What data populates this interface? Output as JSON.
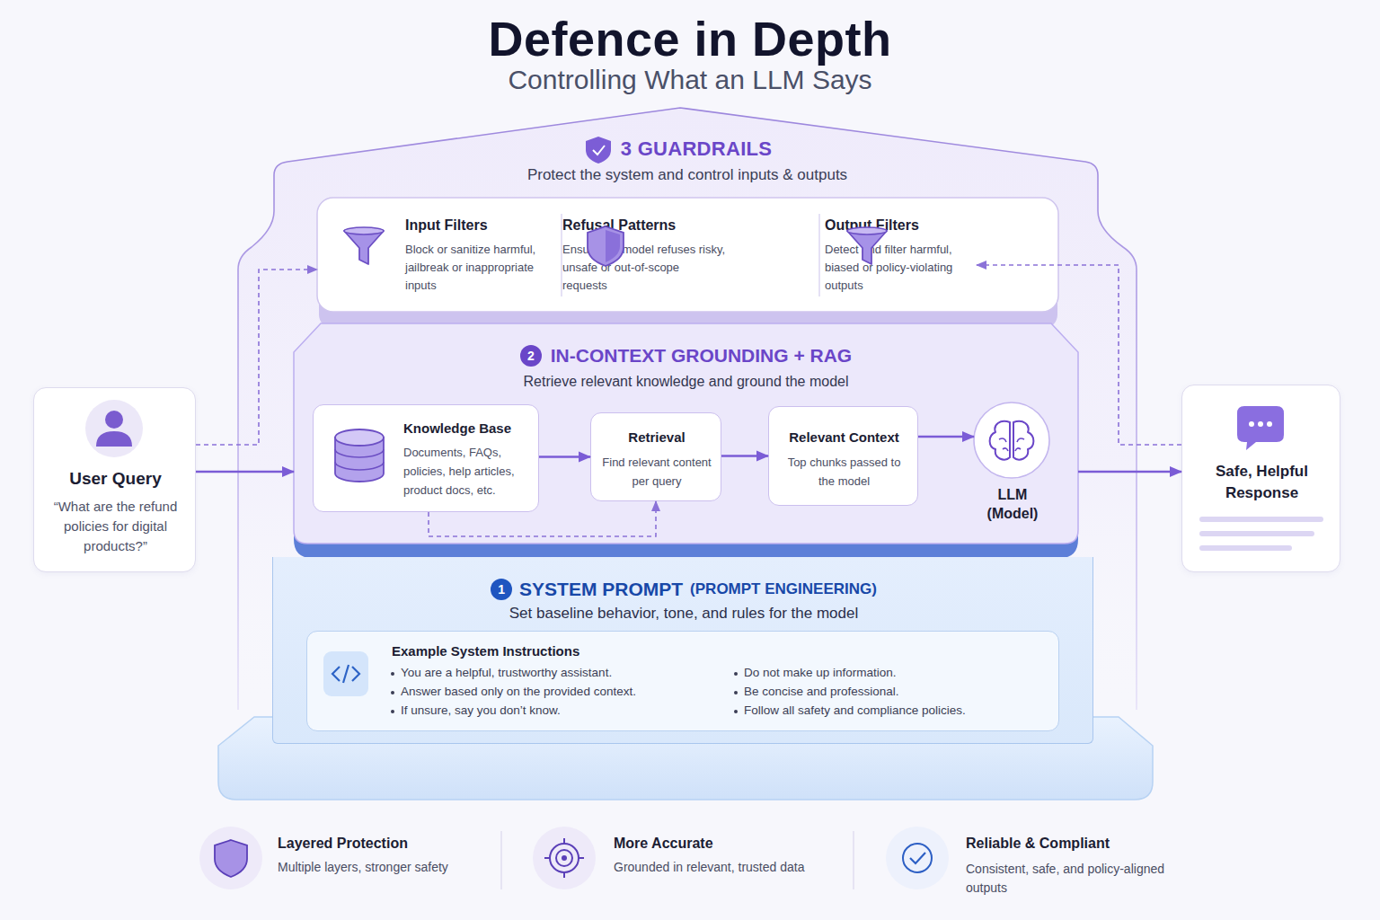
{
  "diagram": {
    "title": "Defence in Depth",
    "nodes": [
      {
        "text": [
          "User Query",
          "“What are the refund policies for digital products?”"
        ]
      },
      {
        "text": [
          "3 GUARDRAILS",
          "Protect the system and control inputs & outputs"
        ]
      },
      {
        "text": [
          "Input Filters",
          "Block or sanitize harmful, jailbreak or inappropriate inputs"
        ],
        "in": 1
      },
      {
        "text": [
          "Refusal Patterns",
          "Ensure the model refuses risky, unsafe or out-of-scope requests"
        ],
        "in": 1
      },
      {
        "text": [
          "Output Filters",
          "Detect and filter harmful, biased or policy-violating outputs"
        ],
        "in": 1
      },
      {
        "text": [
          "2",
          "IN-CONTEXT GROUNDING + RAG",
          "Retrieve relevant knowledge and ground the model"
        ]
      },
      {
        "text": [
          "Knowledge Base",
          "Documents, FAQs, policies, help articles, product docs, etc."
        ],
        "in": 5
      },
      {
        "text": [
          "Retrieval",
          "Find relevant content per query"
        ],
        "in": 5
      },
      {
        "text": [
          "Relevant Context",
          "Top chunks passed to the model"
        ],
        "in": 5
      },
      {
        "text": [
          "LLM (Model)"
        ],
        "in": 5
      },
      {
        "text": [
          "1",
          "SYSTEM PROMPT",
          "(PROMPT ENGINEERING)",
          "Set baseline behavior, tone, and rules for the model"
        ]
      },
      {
        "text": [
          "Example System Instructions",
          "You are a helpful, trustworthy assistant.",
          "Answer based only on the provided context.",
          "If unsure, say you don’t know.",
          "Do not make up information.",
          "Be concise and professional.",
          "Follow all safety and compliance policies."
        ],
        "in": 10
      },
      {
        "text": [
          "Safe, Helpful Response"
        ]
      }
    ],
    "edges": [
      {
        "from": 0,
        "to": 5,
        "arrow": "to"
      },
      {
        "from": 6,
        "to": 7,
        "arrow": "to"
      },
      {
        "from": 7,
        "to": 8,
        "arrow": "to"
      },
      {
        "from": 8,
        "to": 9,
        "arrow": "to"
      },
      {
        "from": 6,
        "to": 7,
        "arrow": "to"
      },
      {
        "from": 5,
        "to": 12,
        "arrow": "to"
      },
      {
        "from": 0,
        "to": 2,
        "arrow": "to"
      },
      {
        "from": 12,
        "to": 4,
        "arrow": "to"
      }
    ],
    "labels": [
      "Controlling What an LLM Says",
      "Layered Protection",
      "Multiple layers, stronger safety",
      "More Accurate",
      "Grounded in relevant, trusted data",
      "Reliable & Compliant",
      "Consistent, safe, and policy-aligned outputs"
    ]
  }
}
